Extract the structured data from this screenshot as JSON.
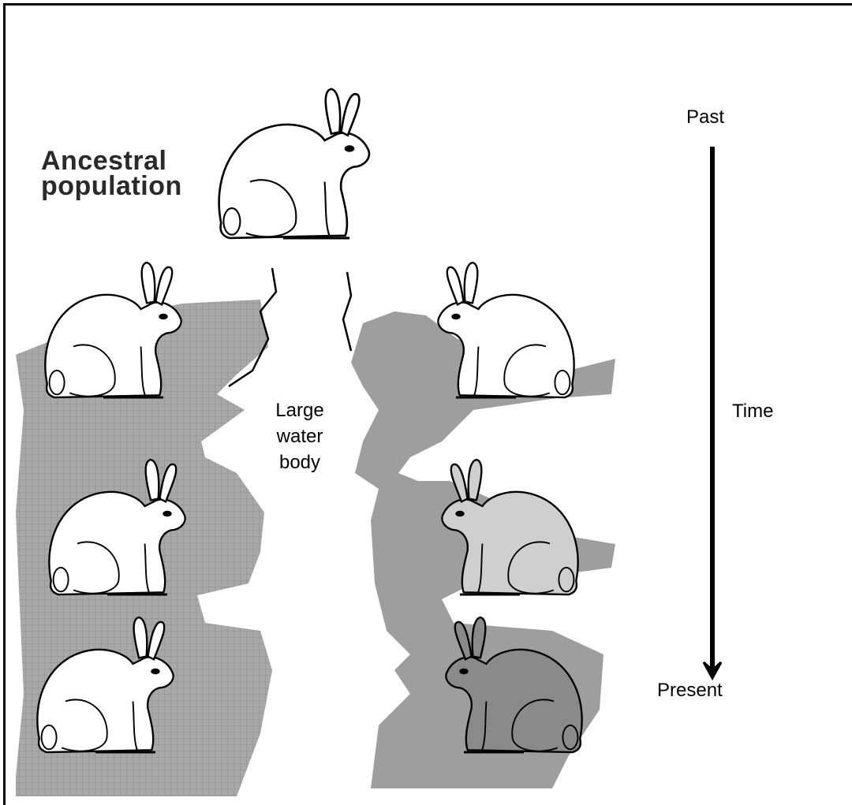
{
  "labels": {
    "ancestral_line1": "Ancestral",
    "ancestral_line2": "population",
    "water_line1": "Large",
    "water_line2": "water",
    "water_line3": "body",
    "past": "Past",
    "time": "Time",
    "present": "Present"
  },
  "colors": {
    "land_fill": "#9e9e9e",
    "rabbit_light": "#ffffff",
    "rabbit_mid": "#cfcfcf",
    "rabbit_dark": "#8a8a8a",
    "outline": "#000000"
  }
}
